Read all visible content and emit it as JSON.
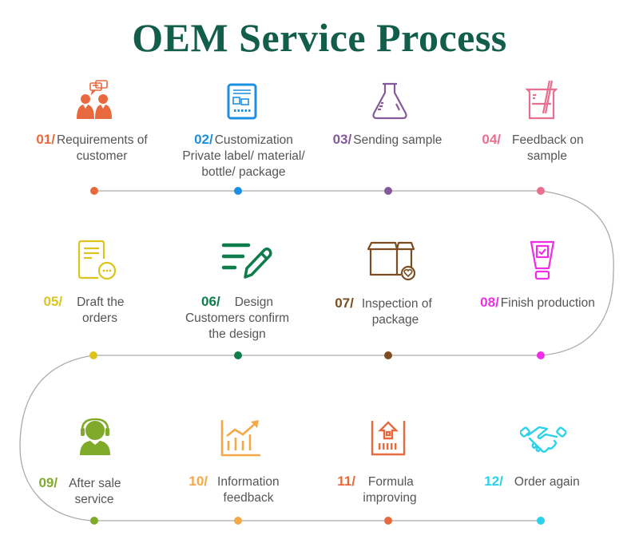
{
  "title": "OEM Service Process",
  "steps": [
    {
      "num": "01/",
      "line1": "Requirements of",
      "line2": "customer",
      "line3": "",
      "color": "#e9693f",
      "icon": "customers-chat-icon"
    },
    {
      "num": "02/",
      "line1": "Customization",
      "line2": "Private label/ material/",
      "line3": "bottle/ package",
      "color": "#1d8fe0",
      "icon": "layout-tablet-icon"
    },
    {
      "num": "03/",
      "line1": "Sending sample",
      "line2": "",
      "line3": "",
      "color": "#84599c",
      "icon": "flask-icon"
    },
    {
      "num": "04/",
      "line1": "Feedback on",
      "line2": "sample",
      "line3": "",
      "color": "#e86f8f",
      "icon": "beaker-icon"
    },
    {
      "num": "05/",
      "line1": "Draft the",
      "line2": "orders",
      "line3": "",
      "color": "#dcc41a",
      "icon": "document-chat-icon"
    },
    {
      "num": "06/",
      "line1": "Design",
      "line2": "Customers confirm",
      "line3": "the design",
      "color": "#0e7d4b",
      "icon": "pencil-lines-icon"
    },
    {
      "num": "07/",
      "line1": "Inspection of",
      "line2": "package",
      "line3": "",
      "color": "#7b4d20",
      "icon": "box-heart-icon"
    },
    {
      "num": "08/",
      "line1": "Finish production",
      "line2": "",
      "line3": "",
      "color": "#ee2fe6",
      "icon": "tube-check-icon"
    },
    {
      "num": "09/",
      "line1": "After sale",
      "line2": "service",
      "line3": "",
      "color": "#7faa2a",
      "icon": "headset-agent-icon"
    },
    {
      "num": "10/",
      "line1": "Information",
      "line2": "feedback",
      "line3": "",
      "color": "#f3a949",
      "icon": "growth-chart-icon"
    },
    {
      "num": "11/",
      "line1": "Formula",
      "line2": "improving",
      "line3": "",
      "color": "#e56b3e",
      "icon": "upload-barcode-icon"
    },
    {
      "num": "12/",
      "line1": "Order again",
      "line2": "",
      "line3": "",
      "color": "#2bd1ea",
      "icon": "handshake-icon"
    }
  ]
}
